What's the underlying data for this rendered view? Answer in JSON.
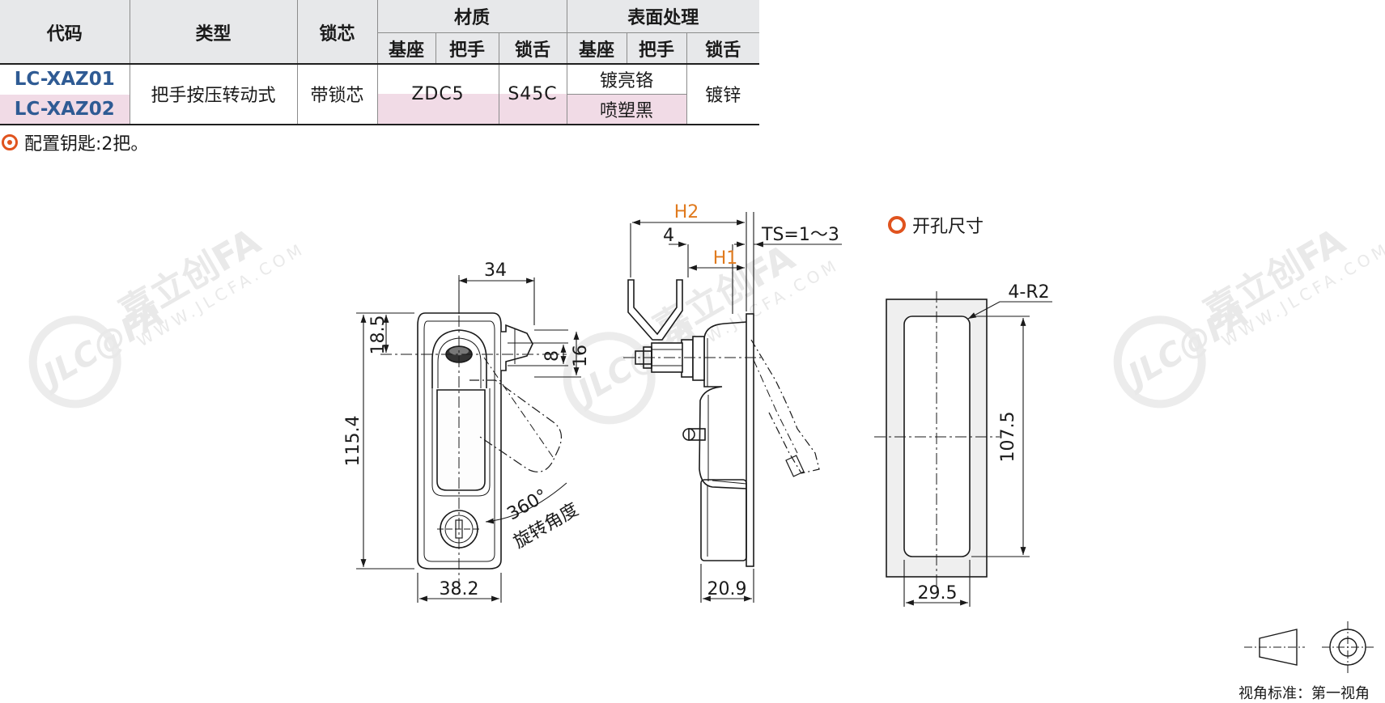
{
  "table": {
    "headers": {
      "code": "代码",
      "type": "类型",
      "core": "锁芯",
      "material": "材质",
      "surface": "表面处理",
      "base": "基座",
      "handle": "把手",
      "tongue": "锁舌"
    },
    "rows": [
      {
        "code": "LC-XAZ01",
        "handle_finish": "镀亮铬"
      },
      {
        "code": "LC-XAZ02",
        "handle_finish": "喷塑黑"
      }
    ],
    "shared": {
      "type": "把手按压转动式",
      "core": "带锁芯",
      "material_base_handle": "ZDC5",
      "material_tongue": "S45C",
      "tongue_finish": "镀锌"
    }
  },
  "note": "配置钥匙:2把。",
  "cutout_title": "开孔尺寸",
  "watermark": {
    "brand": "嘉立创FA",
    "url": "WWW.JLCFA.COM",
    "logo": "JLC@FA"
  },
  "dimensions": {
    "front": {
      "width_top": "34",
      "h_key": "18.5",
      "total_height": "115.4",
      "tongue_inner": "8",
      "tongue_outer": "16",
      "bottom_width": "38.2",
      "rotation_value": "360°",
      "rotation_label": "旋转角度"
    },
    "side": {
      "h2": "H2",
      "h1": "H1",
      "four": "4",
      "ts": "TS=1～3",
      "depth": "20.9"
    },
    "cutout": {
      "radius": "4-R2",
      "height": "107.5",
      "width": "29.5"
    }
  },
  "view_caption": "视角标准：第一视角",
  "colors": {
    "accent": "#e0531e",
    "dim_orange": "#e07a1e",
    "code_blue": "#2f5b94",
    "header_gray": "#e7e8ea",
    "row_pink": "#f1dbe6"
  }
}
